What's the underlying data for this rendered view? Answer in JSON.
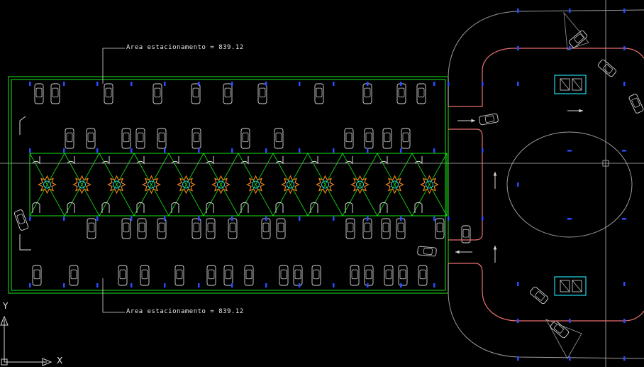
{
  "drawing": {
    "annotations": {
      "top_area": "Area estacionamento = 839.12",
      "bottom_area": "Area estacionamento = 839.12"
    },
    "ucs": {
      "y_label": "Y",
      "x_label": "X"
    }
  },
  "colors": {
    "background": "#000000",
    "green": "#19e619",
    "white": "#d8d8d8",
    "gray": "#9a9a9a",
    "blue": "#2a4bff",
    "red": "#e87070",
    "cyan": "#22d8e8",
    "orange": "#e8801a",
    "crosshair": "#bdbdbd"
  }
}
